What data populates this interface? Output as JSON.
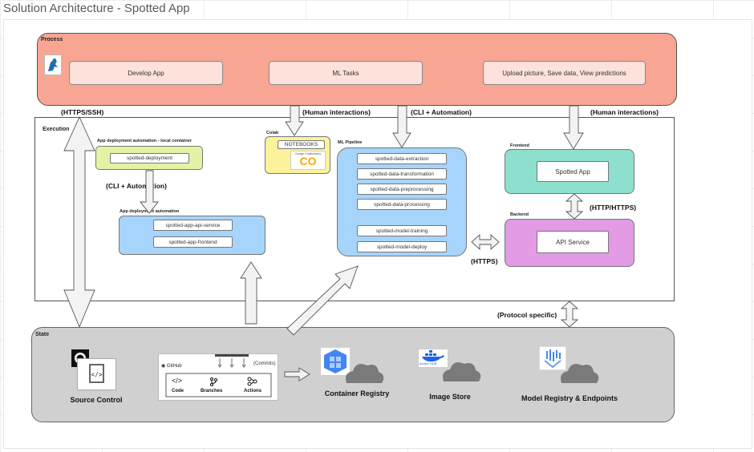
{
  "page": {
    "title": "Solution Architecture - Spotted App"
  },
  "process": {
    "label": "Process",
    "items": [
      "Develop App",
      "ML Tasks",
      "Upload picture, Save data, View predictions"
    ]
  },
  "execution": {
    "label": "Execution",
    "local": {
      "title": "App deployment automation - local container",
      "item": "spotted-deployment"
    },
    "cli_label": "(CLI + Automation)",
    "deploy": {
      "title": "App deployment automation",
      "items": [
        "spotted-app-api-service",
        "spotted-app-frontend"
      ]
    },
    "colab": {
      "title": "Colab",
      "notebooks": "NOTEBOOKS",
      "brand_small": "Google Colaboratory",
      "logo": "CO"
    },
    "pipeline": {
      "title": "ML Pipeline",
      "items": [
        "spotted-data-extraction",
        "spotted-data-transformation",
        "spotted-data-preprocessing",
        "spotted-data-processing",
        "spotted-model-training",
        "spotted-model-deploy"
      ]
    },
    "frontend": {
      "title": "Frontend",
      "app": "Spotted App"
    },
    "backend": {
      "title": "Backend",
      "api": "API Service"
    }
  },
  "connectors": {
    "https_ssh": "(HTTPS/SSH)",
    "human1": "(Human interactions)",
    "cli_auto": "(CLI + Automation)",
    "human2": "(Human interactions)",
    "http_https": "(HTTP/HTTPS)",
    "https": "(HTTPS)",
    "protocol": "(Protocol specific)"
  },
  "state": {
    "label": "State",
    "source_control": "Source Control",
    "github": {
      "name": "GitHub",
      "commits": "(Commits)",
      "code": "Code",
      "branches": "Branches",
      "actions": "Actions"
    },
    "container_registry": "Container Registry",
    "image_store": "Image Store",
    "image_store_logo": "docker HUB",
    "model_registry": "Model Registry & Endpoints"
  },
  "colors": {
    "process": "#f9a594",
    "execution_local": "#e3f3a6",
    "execution_deploy": "#a6d4fa",
    "colab": "#fbf29b",
    "pipeline": "#a6d4fa",
    "frontend": "#8de0cd",
    "backend": "#e29be4",
    "state": "#d0d0d0",
    "colab_logo": "#f9ab00"
  }
}
